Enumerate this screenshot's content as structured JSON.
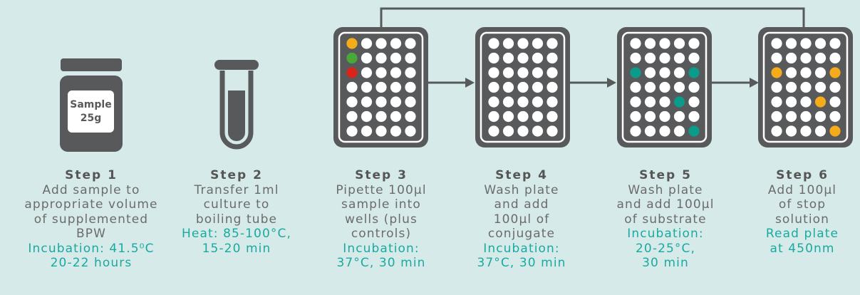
{
  "colors": {
    "background": "#d6ebe9",
    "icon": "#58595b",
    "text": "#6b6b6b",
    "accent": "#1aa9a0",
    "well_empty": "#ffffff",
    "well_yellow": "#f4ac1b",
    "well_green": "#4aa83a",
    "well_red": "#d9241c",
    "well_teal": "#0b9b8a"
  },
  "sample_jar": {
    "label_line1": "Sample",
    "label_line2": "25g"
  },
  "plates": [
    {
      "name": "step3-plate",
      "colored": [
        [
          0,
          0,
          "well_yellow"
        ],
        [
          1,
          0,
          "well_green"
        ],
        [
          2,
          0,
          "well_red"
        ]
      ]
    },
    {
      "name": "step4-plate",
      "colored": []
    },
    {
      "name": "step5-plate",
      "colored": [
        [
          2,
          0,
          "well_teal"
        ],
        [
          2,
          4,
          "well_teal"
        ],
        [
          4,
          3,
          "well_teal"
        ],
        [
          6,
          4,
          "well_teal"
        ]
      ]
    },
    {
      "name": "step6-plate",
      "colored": [
        [
          2,
          0,
          "well_yellow"
        ],
        [
          2,
          4,
          "well_yellow"
        ],
        [
          4,
          3,
          "well_yellow"
        ],
        [
          6,
          4,
          "well_yellow"
        ]
      ]
    }
  ],
  "steps": [
    {
      "title": "Step 1",
      "description": "Add sample to\nappropriate volume\nof supplemented\nBPW",
      "note": "Incubation: 41.5⁰C\n20-22 hours"
    },
    {
      "title": "Step 2",
      "description": "Transfer 1ml\nculture to\nboiling tube",
      "note": "Heat: 85-100°C,\n15-20 min"
    },
    {
      "title": "Step 3",
      "description": "Pipette 100µl\nsample into\nwells (plus\ncontrols)",
      "note": "Incubation:\n37°C, 30 min"
    },
    {
      "title": "Step 4",
      "description": "Wash plate\nand add\n100µl of\nconjugate",
      "note": "Incubation:\n37°C, 30 min"
    },
    {
      "title": "Step 5",
      "description": "Wash plate\nand add 100µl\nof substrate",
      "note": "Incubation:\n20-25°C,\n30 min"
    },
    {
      "title": "Step 6",
      "description": "Add 100µl\nof stop\nsolution",
      "note": "Read plate\nat 450nm"
    }
  ]
}
